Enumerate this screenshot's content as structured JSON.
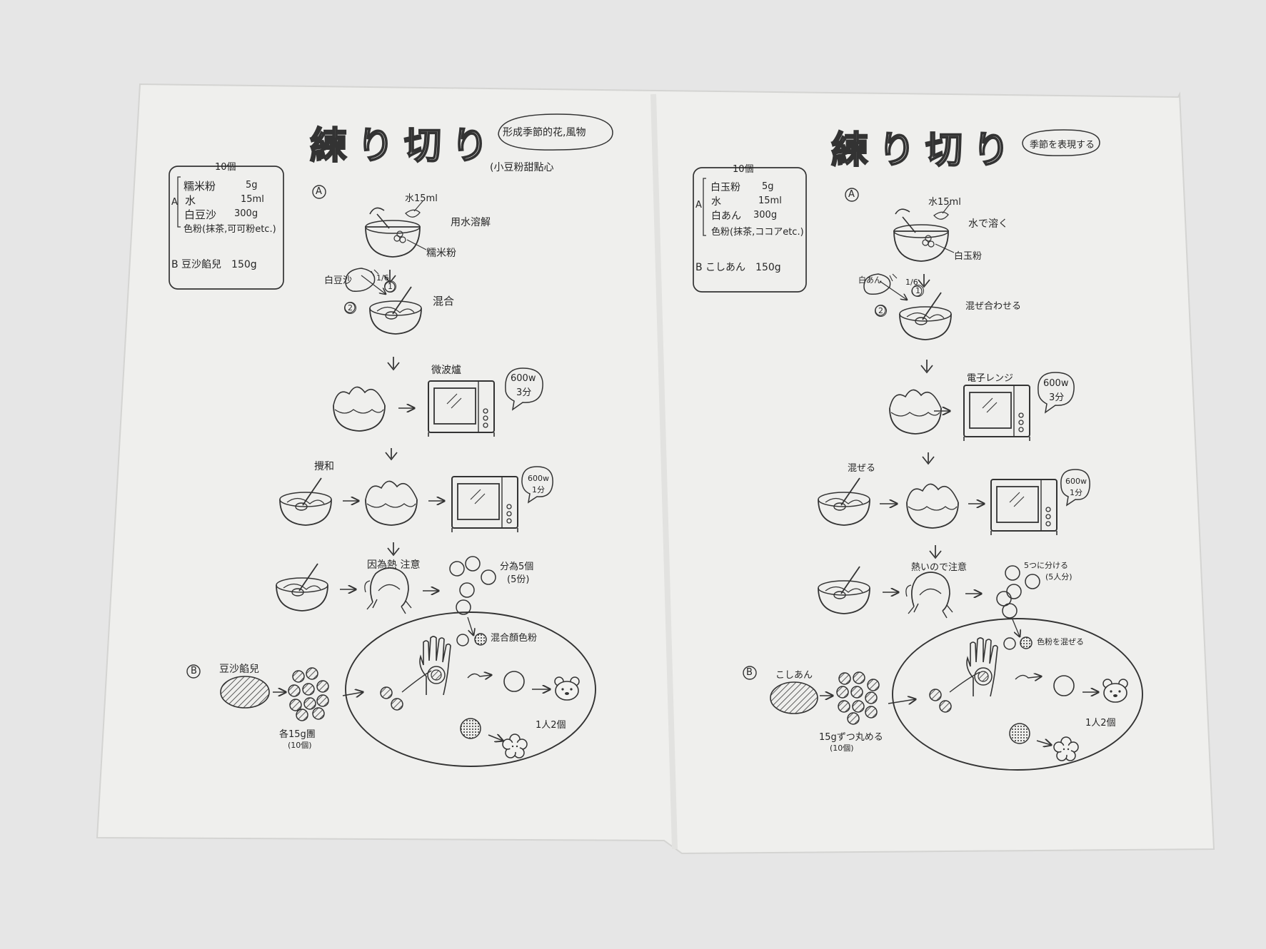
{
  "left": {
    "title": "練り切り",
    "badge": "形成季節的花,風物",
    "subtitle": "(小豆粉甜點心",
    "box": {
      "count": "10個",
      "group": "A",
      "items": [
        {
          "name": "糯米粉",
          "qty": "5g"
        },
        {
          "name": "水",
          "qty": "15ml"
        },
        {
          "name": "白豆沙",
          "qty": "300g"
        },
        {
          "name": "色粉(抹茶,可可粉etc.)",
          "qty": ""
        }
      ],
      "b_line": "B 豆沙餡兒　150g"
    },
    "section_a": "A",
    "water": "水15ml",
    "dissolve": "用水溶解",
    "rice_flour": "糯米粉",
    "bean_paste": "白豆沙",
    "sixth": "1/6",
    "step1": "1",
    "step2": "2",
    "mix": "混合",
    "microwave": "微波爐",
    "bubble1": [
      "600w",
      "3分"
    ],
    "stir": "攪和",
    "bubble2": [
      "600w",
      "1分"
    ],
    "hot_caution": "因為熱 注意",
    "divide": [
      "分為5個",
      "(5份)"
    ],
    "mix_color": "混合顏色粉",
    "section_b": "B",
    "bean_filling": "豆沙餡兒",
    "each_ball": [
      "各15g團",
      "(10個)"
    ],
    "per_person": "1人2個"
  },
  "right": {
    "title": "練り切り",
    "badge": "季節を表現する",
    "box": {
      "count": "10個",
      "group": "A",
      "items": [
        {
          "name": "白玉粉",
          "qty": "5g"
        },
        {
          "name": "水",
          "qty": "15ml"
        },
        {
          "name": "白あん",
          "qty": "300g"
        },
        {
          "name": "色粉(抹茶,ココアetc.)",
          "qty": ""
        }
      ],
      "b_line": "B こしあん　150g"
    },
    "section_a": "A",
    "water": "水15ml",
    "dissolve": "水で溶く",
    "rice_flour": "白玉粉",
    "bean_paste": "白あん",
    "sixth": "1/6",
    "step1": "1",
    "step2": "2",
    "mix": "混ぜ合わせる",
    "microwave": "電子レンジ",
    "bubble1": [
      "600w",
      "3分"
    ],
    "stir": "混ぜる",
    "bubble2": [
      "600w",
      "1分"
    ],
    "hot_caution": "熱いので注意",
    "divide": [
      "5つに分ける",
      "(5人分)"
    ],
    "mix_color": "色粉を混ぜる",
    "section_b": "B",
    "bean_filling": "こしあん",
    "each_ball": [
      "15gずつ丸める",
      "(10個)"
    ],
    "per_person": "1人2個"
  }
}
